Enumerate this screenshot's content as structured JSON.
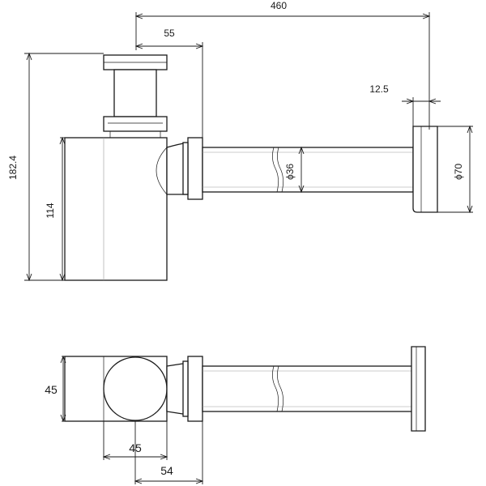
{
  "dimensions": {
    "overall_length": "460",
    "trap_offset": "55",
    "flange_depth": "12.5",
    "overall_height": "182.4",
    "body_height": "114",
    "pipe_diameter": "ϕ36",
    "flange_diameter": "ϕ70",
    "body_width_plan": "45",
    "body_depth_plan": "45",
    "outlet_offset": "54"
  }
}
